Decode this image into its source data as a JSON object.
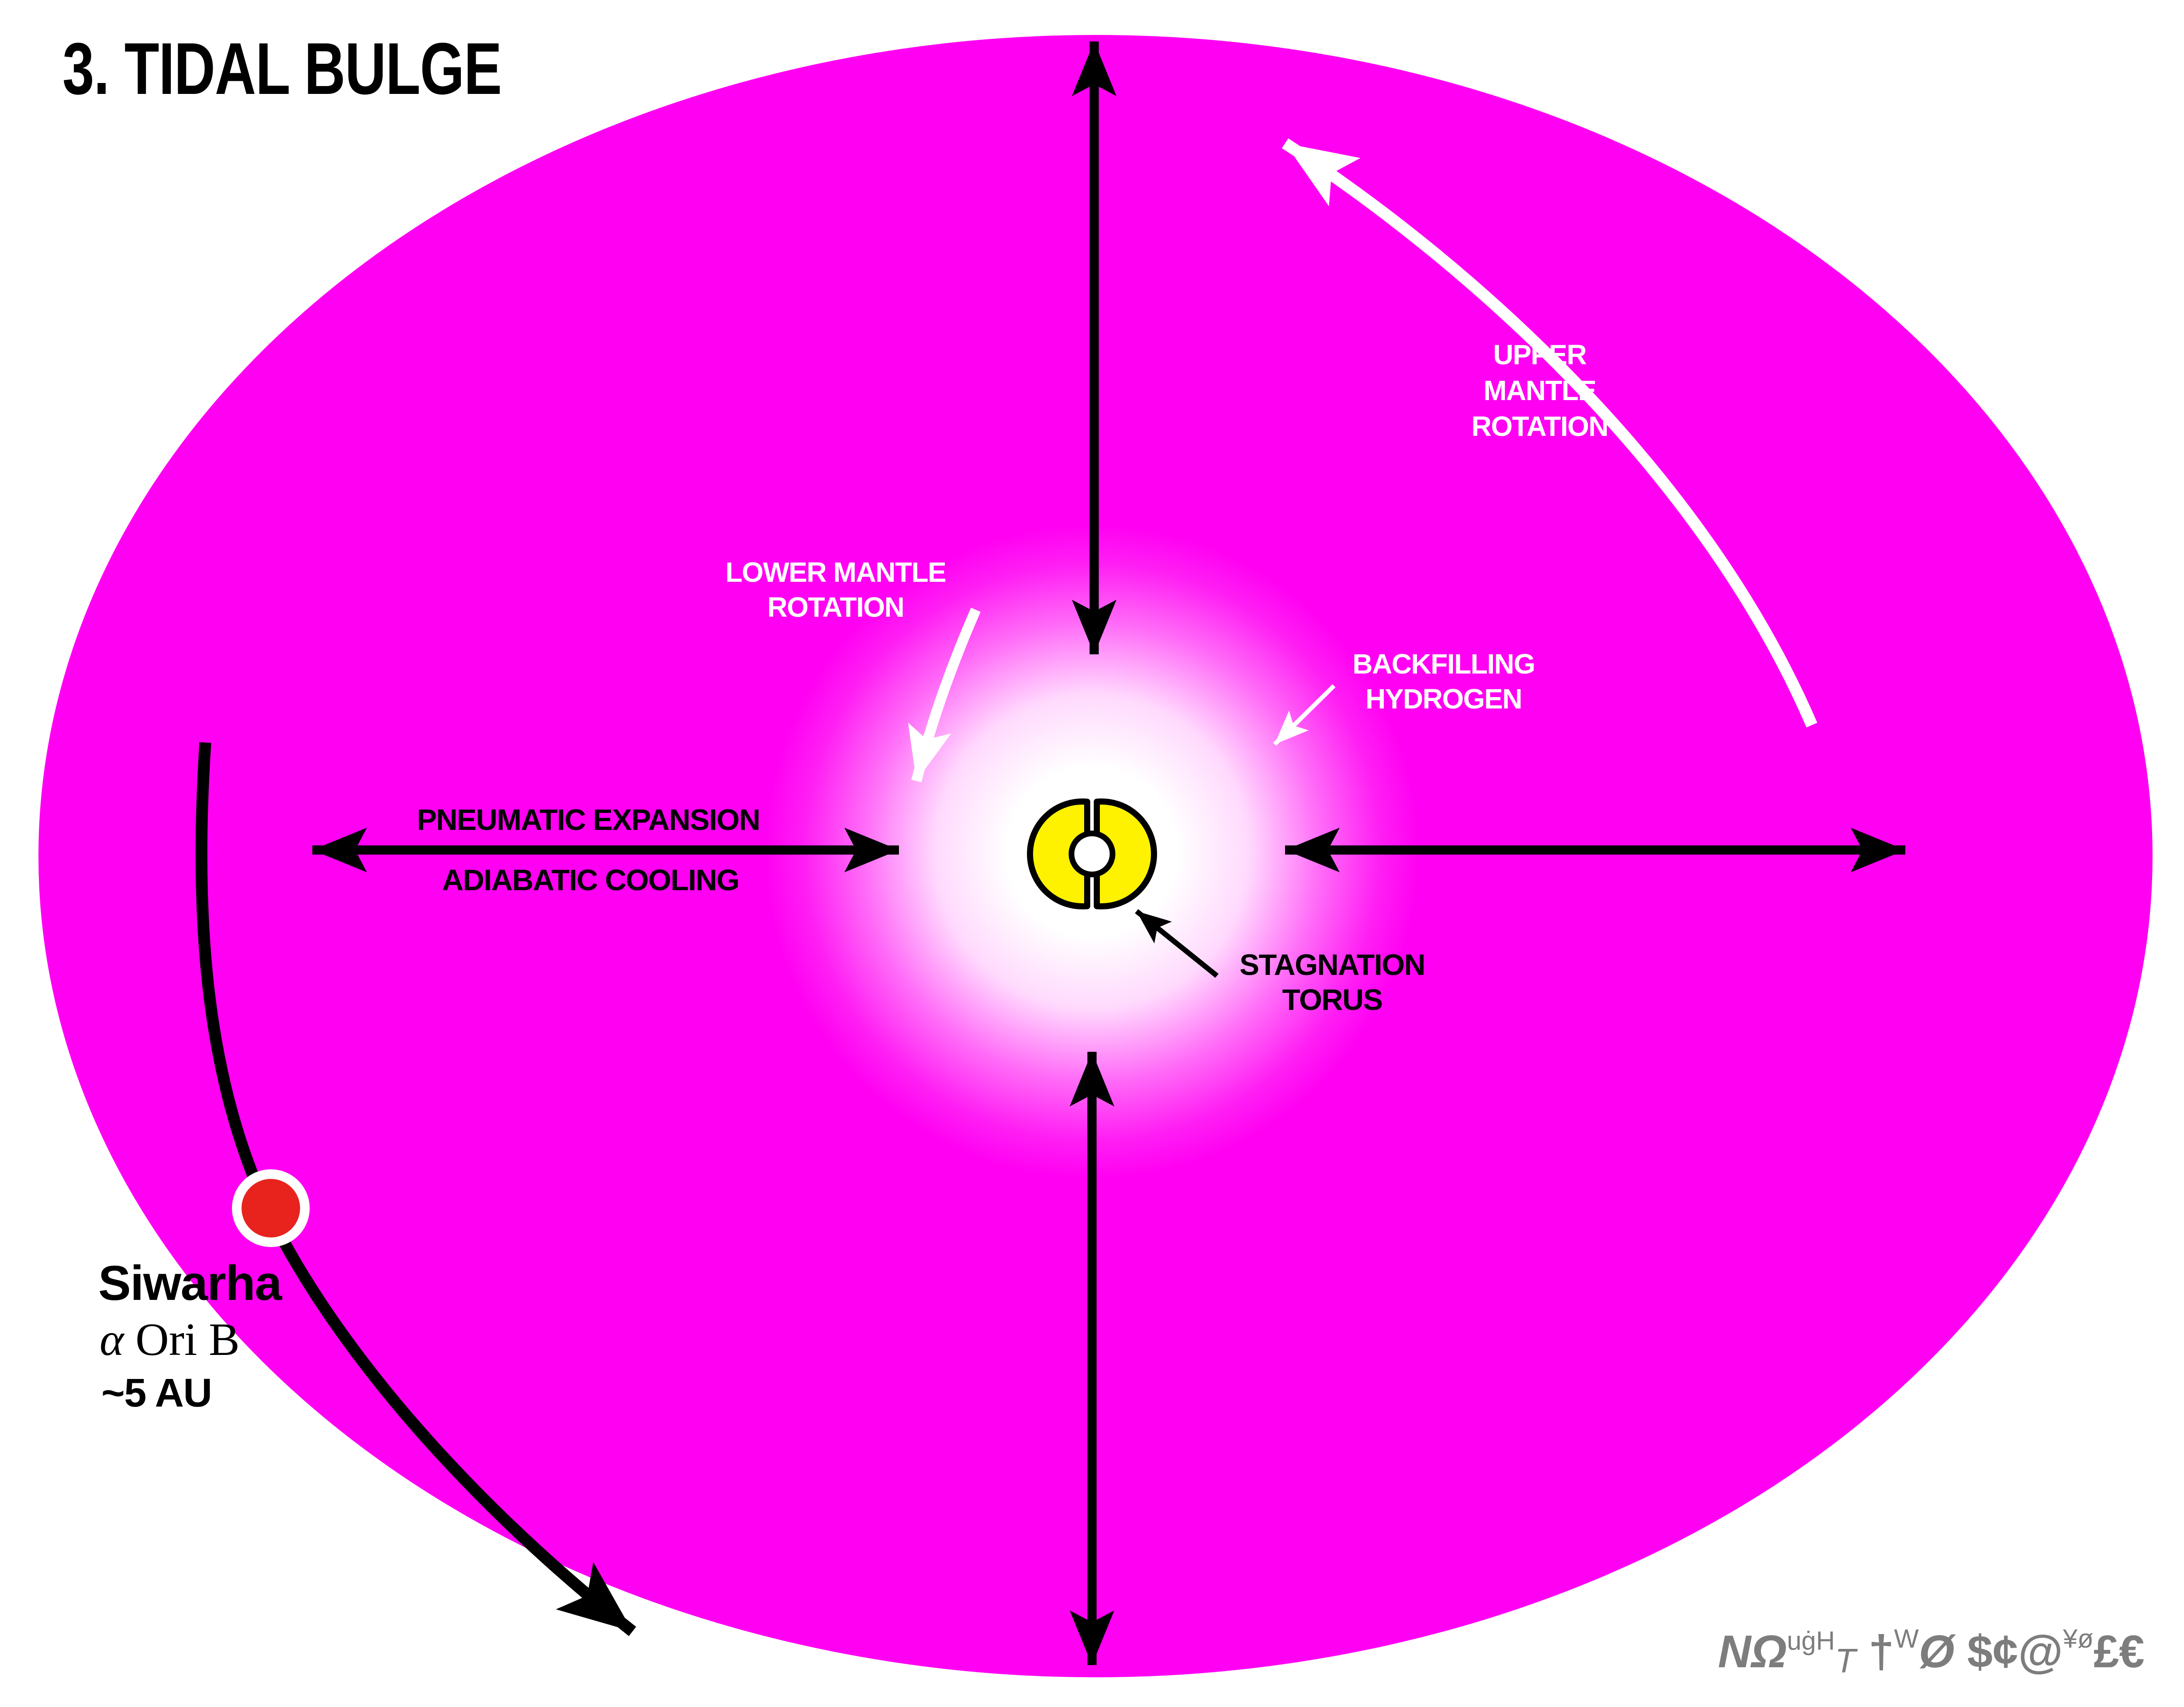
{
  "title": "3. TIDAL BULGE",
  "colors": {
    "background": "#FFFFFF",
    "mantle": "#FF00F2",
    "torus": "#FFF200",
    "planet": "#E8231E",
    "ink": "#000000",
    "white_ink": "#FFFFFF",
    "signature": "#7D7D7D"
  },
  "labels": {
    "upper_mantle_rotation": {
      "line1": "UPPER",
      "line2": "MANTLE",
      "line3": "ROTATION"
    },
    "lower_mantle_rotation": {
      "line1": "LOWER MANTLE",
      "line2": "ROTATION"
    },
    "backfilling_hydrogen": {
      "line1": "BACKFILLING",
      "line2": "HYDROGEN"
    },
    "pneumatic_expansion": {
      "line1": "PNEUMATIC EXPANSION",
      "line2": "ADIABATIC COOLING"
    },
    "stagnation_torus": {
      "line1": "STAGNATION",
      "line2": "TORUS"
    },
    "planet": {
      "name": "Siwarha",
      "designation_alpha": "α",
      "designation_rest": " Ori B",
      "distance": "~5 AU"
    }
  },
  "signature": {
    "s1": "NΩ",
    "s2": "uġH",
    "s3": "T",
    "s4": " †",
    "s5": "W",
    "s6": "Ø",
    "s7": " $¢@",
    "s8": "¥ø",
    "s9": "£€"
  }
}
